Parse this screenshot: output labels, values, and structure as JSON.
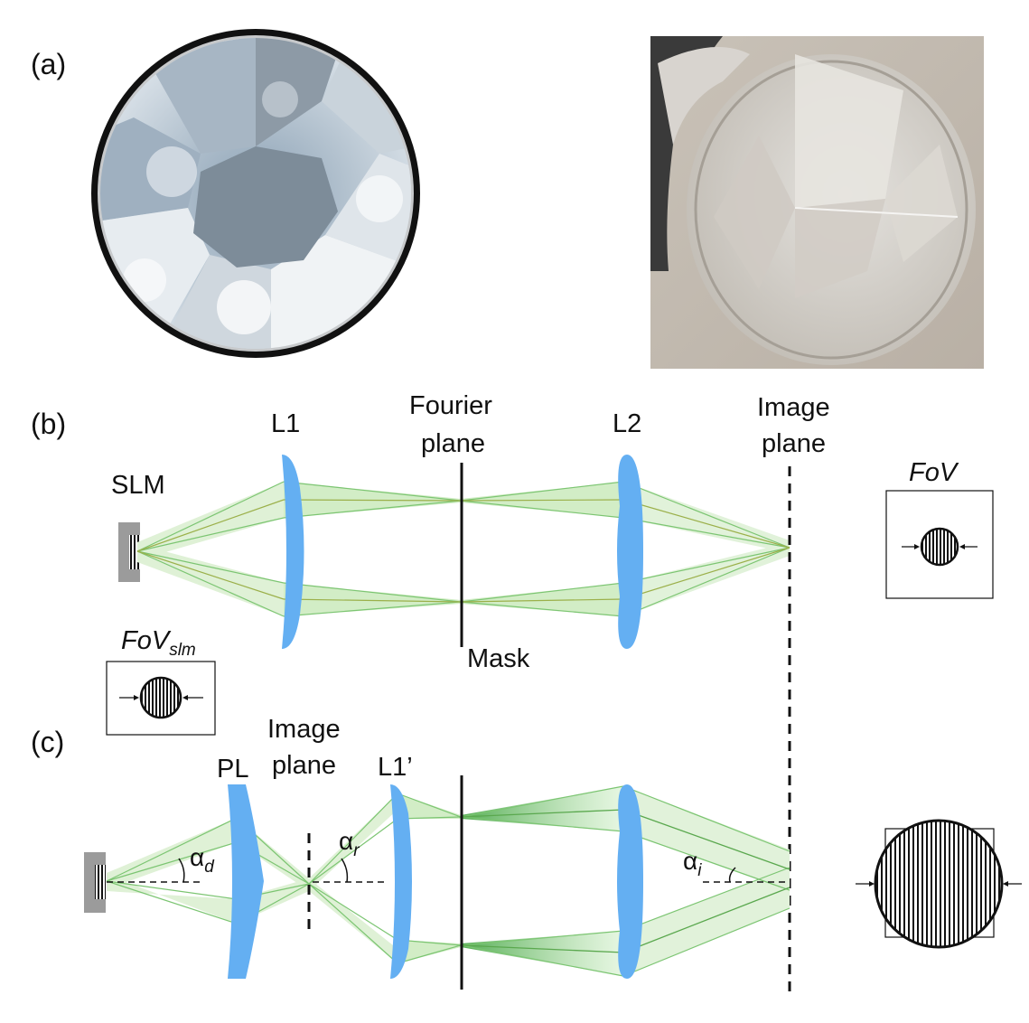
{
  "panels": {
    "a": "(a)",
    "b": "(b)",
    "c": "(c)"
  },
  "panel_b": {
    "slm": "SLM",
    "l1": "L1",
    "l2": "L2",
    "fourier_line1": "Fourier",
    "fourier_line2": "plane",
    "image_line1": "Image",
    "image_line2": "plane",
    "mask": "Mask",
    "fov": "FoV",
    "fov_slm_main": "FoV",
    "fov_slm_sub": "slm"
  },
  "panel_c": {
    "pl": "PL",
    "image_line1": "Image",
    "image_line2": "plane",
    "l1prime": "L1’",
    "alpha_d_main": "α",
    "alpha_d_sub": "d",
    "alpha_r_main": "α",
    "alpha_r_sub": "r",
    "alpha_i_main": "α",
    "alpha_i_sub": "i"
  },
  "colors": {
    "lens": "#64aff2",
    "beam_fill": "#d9f0cf",
    "beam_line": "#74c46c",
    "beam_dark": "#3fa33a",
    "slm_gray": "#9b9b9b"
  }
}
